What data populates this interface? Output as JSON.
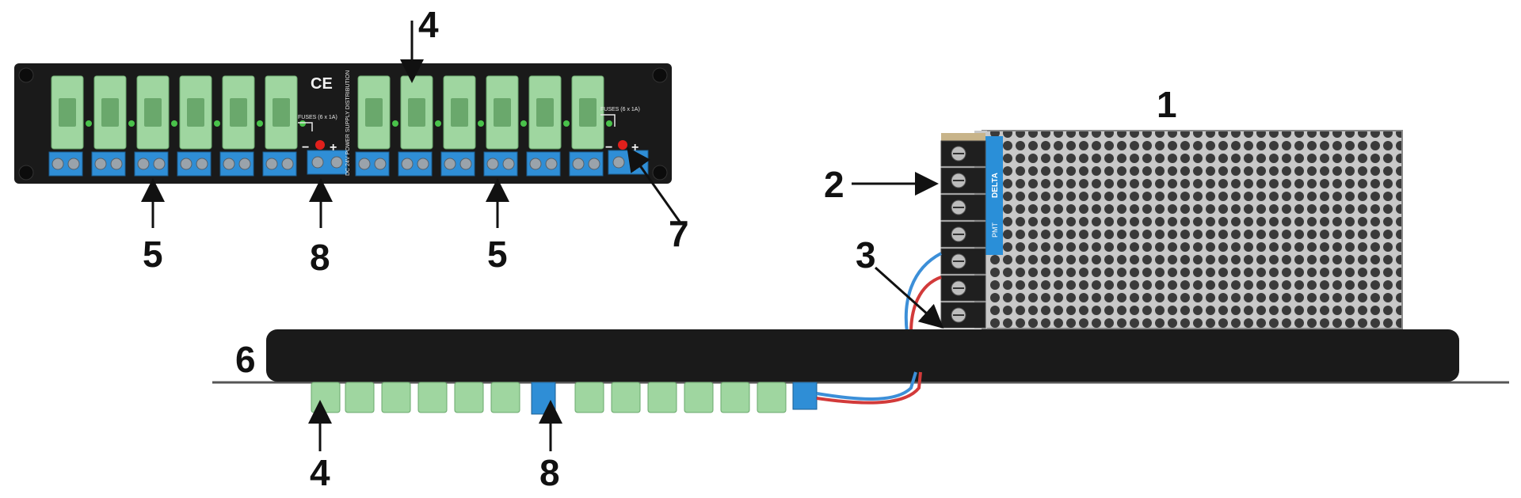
{
  "callouts": {
    "c1": "1",
    "c2": "2",
    "c3": "3",
    "c4_top": "4",
    "c4_bottom": "4",
    "c5_left": "5",
    "c5_right": "5",
    "c6": "6",
    "c7": "7",
    "c8_top": "8",
    "c8_bottom": "8"
  },
  "front_panel": {
    "ce_mark": "CE",
    "fuses_label_left": "FUSES (6 x 1A)",
    "fuses_label_right": "FUSES (6 x 1A)",
    "vertical_label": "DC 24V POWER SUPPLY DISTRIBUTION",
    "polarity_minus": "−",
    "polarity_plus": "+"
  },
  "psu": {
    "brand": "DELTA",
    "model": "PMT"
  },
  "colors": {
    "panel": "#1a1a1a",
    "fuse_holder": "#9fd6a0",
    "fuse_holder_dark": "#6aa86c",
    "terminal_block": "#2f8ed6",
    "led": "#e0201c",
    "psu_label": "#2a8fd8",
    "psu_mesh": "#c9c9c9"
  },
  "fuse_count_per_group": 6,
  "terminal_count_per_group": 6
}
